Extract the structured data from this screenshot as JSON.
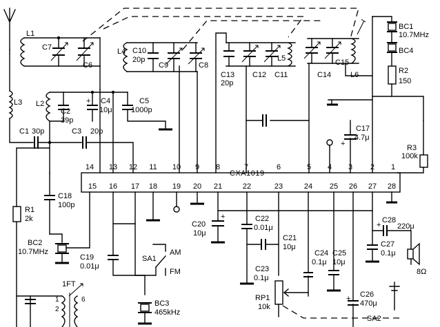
{
  "chip": {
    "name": "CXA1019",
    "top_pins": [
      "14",
      "13",
      "12",
      "11",
      "10",
      "9",
      "8",
      "7",
      "6",
      "5",
      "4",
      "3",
      "2",
      "1"
    ],
    "bottom_pins": [
      "15",
      "16",
      "17",
      "18",
      "19",
      "20",
      "21",
      "22",
      "23",
      "24",
      "25",
      "26",
      "27",
      "28"
    ]
  },
  "components": {
    "L1": "L1",
    "C7": "C7",
    "C6": "C6",
    "L4": "L4",
    "C10": "C10",
    "C10v": "20p",
    "C9": "C9",
    "C8": "C8",
    "C13": "C13",
    "C13v": "20p",
    "C12": "C12",
    "L5": "L5",
    "C11": "C11",
    "C14": "C14",
    "C15": "C15",
    "L6": "L6",
    "BC1": "BC1",
    "BC1v": "10.7MHz",
    "BC4": "BC4",
    "R2": "R2",
    "R2v": "150",
    "L3": "L3",
    "L2": "L2",
    "C2": "C2",
    "C2v": "39p",
    "C4": "C4",
    "C4v": "10μ",
    "C5": "C5",
    "C5v": "1000p",
    "C1": "C1",
    "C1v": "30p",
    "C3": "C3",
    "C3v": "20p",
    "C17": "C17",
    "C17v": "4.7μ",
    "R3": "R3",
    "R3v": "100k",
    "C18": "C18",
    "C18v": "100p",
    "R1": "R1",
    "R1v": "2k",
    "BC2": "BC2",
    "BC2v": "10.7MHz",
    "C19": "C19",
    "C19v": "0.01μ",
    "SA1": "SA1",
    "AM": "AM",
    "FM": "FM",
    "C20": "C20",
    "C20v": "10μ",
    "C22": "C22",
    "C22v": "0.01μ",
    "C21": "C21",
    "C21v": "10μ",
    "C23": "C23",
    "C23v": "0.1μ",
    "C24": "C24",
    "C24v": "0.1μ",
    "C25": "C25",
    "C25v": "10μ",
    "C28": "C28",
    "C28v": "220μ",
    "C27": "C27",
    "C27v": "0.1μ",
    "SPK": "8Ω",
    "RP1": "RP1",
    "RP1v": "10k",
    "C26": "C26",
    "C26v": "470μ",
    "SA2": "SA2",
    "FT1": "1FT",
    "FT1p1": "1",
    "FT1p2": "2",
    "FT1p6": "6",
    "BC3": "BC3",
    "BC3v": "465kHz",
    "plus": "+"
  }
}
